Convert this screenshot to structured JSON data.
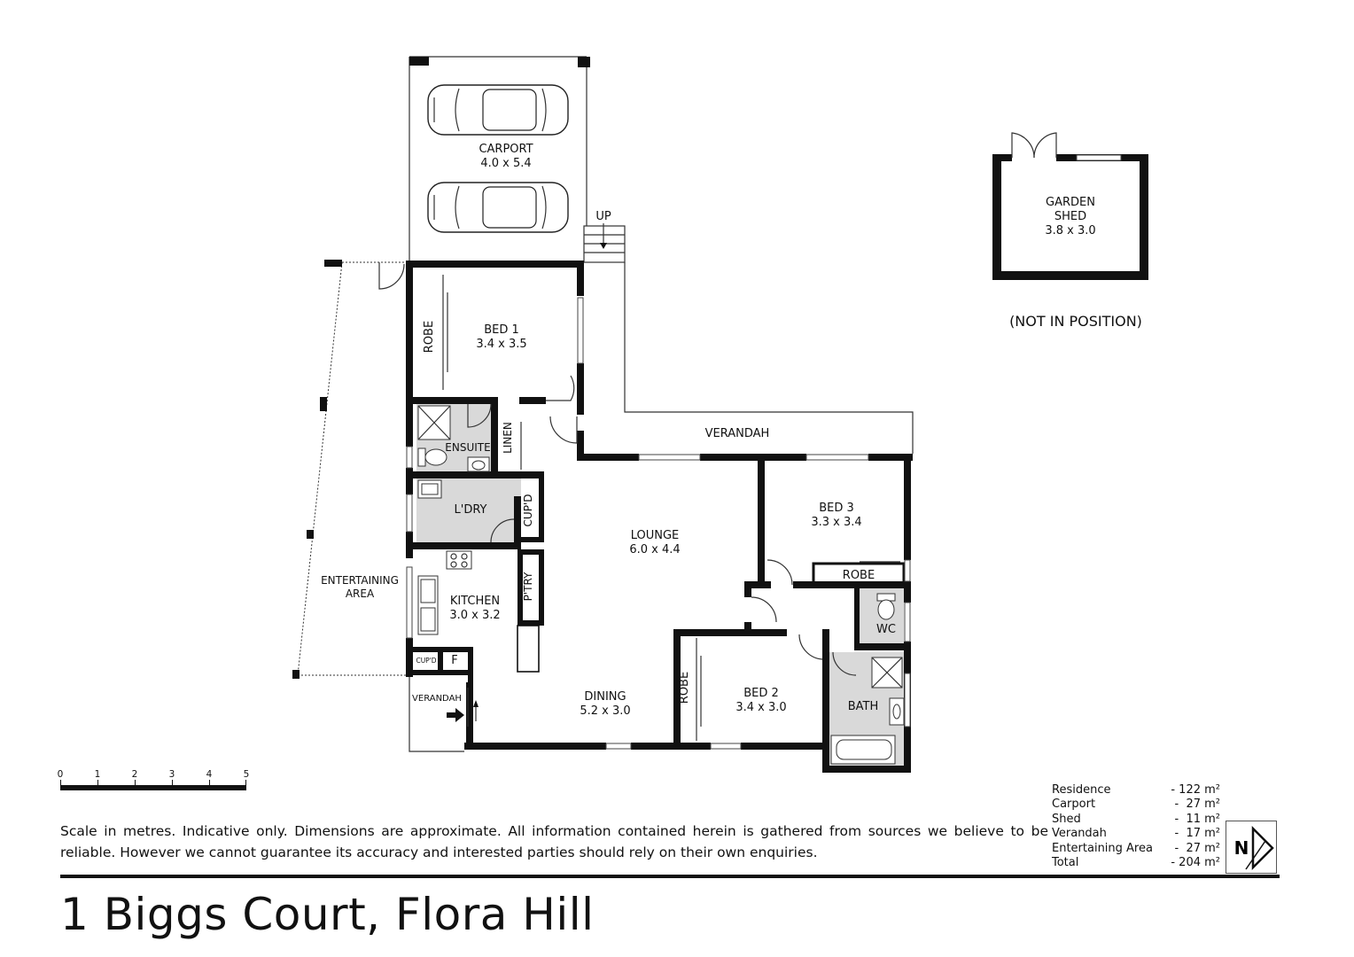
{
  "title": "1 Biggs Court, Flora Hill",
  "disclaimer": "Scale in metres. Indicative only. Dimensions are approximate.  All information contained herein is gathered from sources we believe to be reliable. However we cannot guarantee its accuracy and interested parties should rely on their own enquiries.",
  "scale": {
    "ticks": [
      "0",
      "1",
      "2",
      "3",
      "4",
      "5"
    ]
  },
  "compass_label": "N",
  "areas": [
    {
      "label": "Residence",
      "value": "- 122 m²"
    },
    {
      "label": "Carport",
      "value": "-  27 m²"
    },
    {
      "label": "Shed",
      "value": "-  11 m²"
    },
    {
      "label": "Verandah",
      "value": "-  17 m²"
    },
    {
      "label": "Entertaining Area",
      "value": "-  27 m²"
    },
    {
      "label": "Total",
      "value": "- 204 m²"
    }
  ],
  "rooms": {
    "carport": {
      "name": "CARPORT",
      "dims": "4.0 x 5.4"
    },
    "up": "UP",
    "garden_shed": {
      "name1": "GARDEN",
      "name2": "SHED",
      "dims": "3.8 x 3.0"
    },
    "not_in_position": "(NOT IN POSITION)",
    "bed1": {
      "name": "BED 1",
      "dims": "3.4 x 3.5"
    },
    "robe1": "ROBE",
    "ensuite": "ENSUITE",
    "linen": "LINEN",
    "verandah_top": "VERANDAH",
    "laundry": "L'DRY",
    "cupd1": "CUP'D",
    "lounge": {
      "name": "LOUNGE",
      "dims": "6.0 x 4.4"
    },
    "bed3": {
      "name": "BED 3",
      "dims": "3.3 x 3.4"
    },
    "robe3": "ROBE",
    "entertaining": {
      "name1": "ENTERTAINING",
      "name2": "AREA"
    },
    "kitchen": {
      "name": "KITCHEN",
      "dims": "3.0 x 3.2"
    },
    "pantry": "P'TRY",
    "wc": "WC",
    "cupd2": "CUP'D",
    "fridge": "F",
    "bed2": {
      "name": "BED 2",
      "dims": "3.4 x 3.0"
    },
    "robe2": "ROBE",
    "bath": "BATH",
    "dining": {
      "name": "DINING",
      "dims": "5.2 x 3.0"
    },
    "verandah_bottom": "VERANDAH"
  }
}
